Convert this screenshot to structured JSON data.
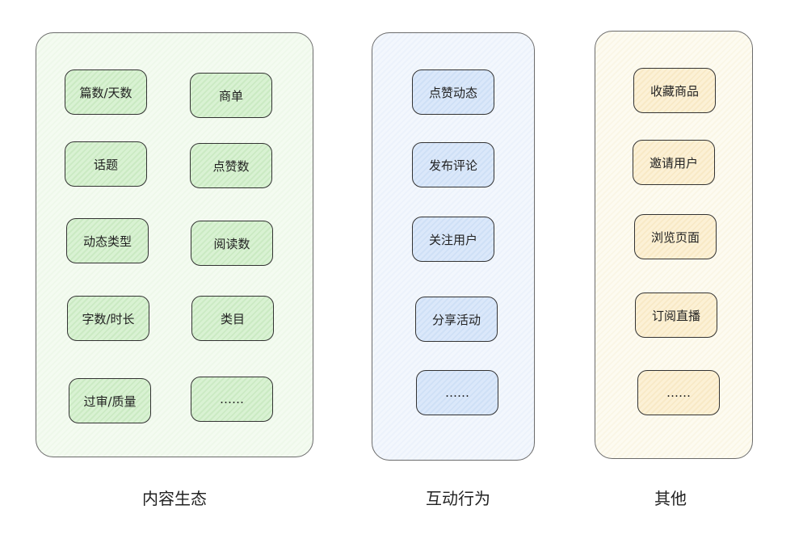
{
  "colors": {
    "green_fill": "#d9f2d3",
    "blue_fill": "#dbe8fa",
    "yellow_fill": "#fcf1d6",
    "stroke": "#333333"
  },
  "groups": {
    "content": {
      "title": "内容生态",
      "items": [
        "篇数/天数",
        "商单",
        "话题",
        "点赞数",
        "动态类型",
        "阅读数",
        "字数/时长",
        "类目",
        "过审/质量",
        "……"
      ]
    },
    "interaction": {
      "title": "互动行为",
      "items": [
        "点赞动态",
        "发布评论",
        "关注用户",
        "分享活动",
        "……"
      ]
    },
    "other": {
      "title": "其他",
      "items": [
        "收藏商品",
        "邀请用户",
        "浏览页面",
        "订阅直播",
        "……"
      ]
    }
  }
}
